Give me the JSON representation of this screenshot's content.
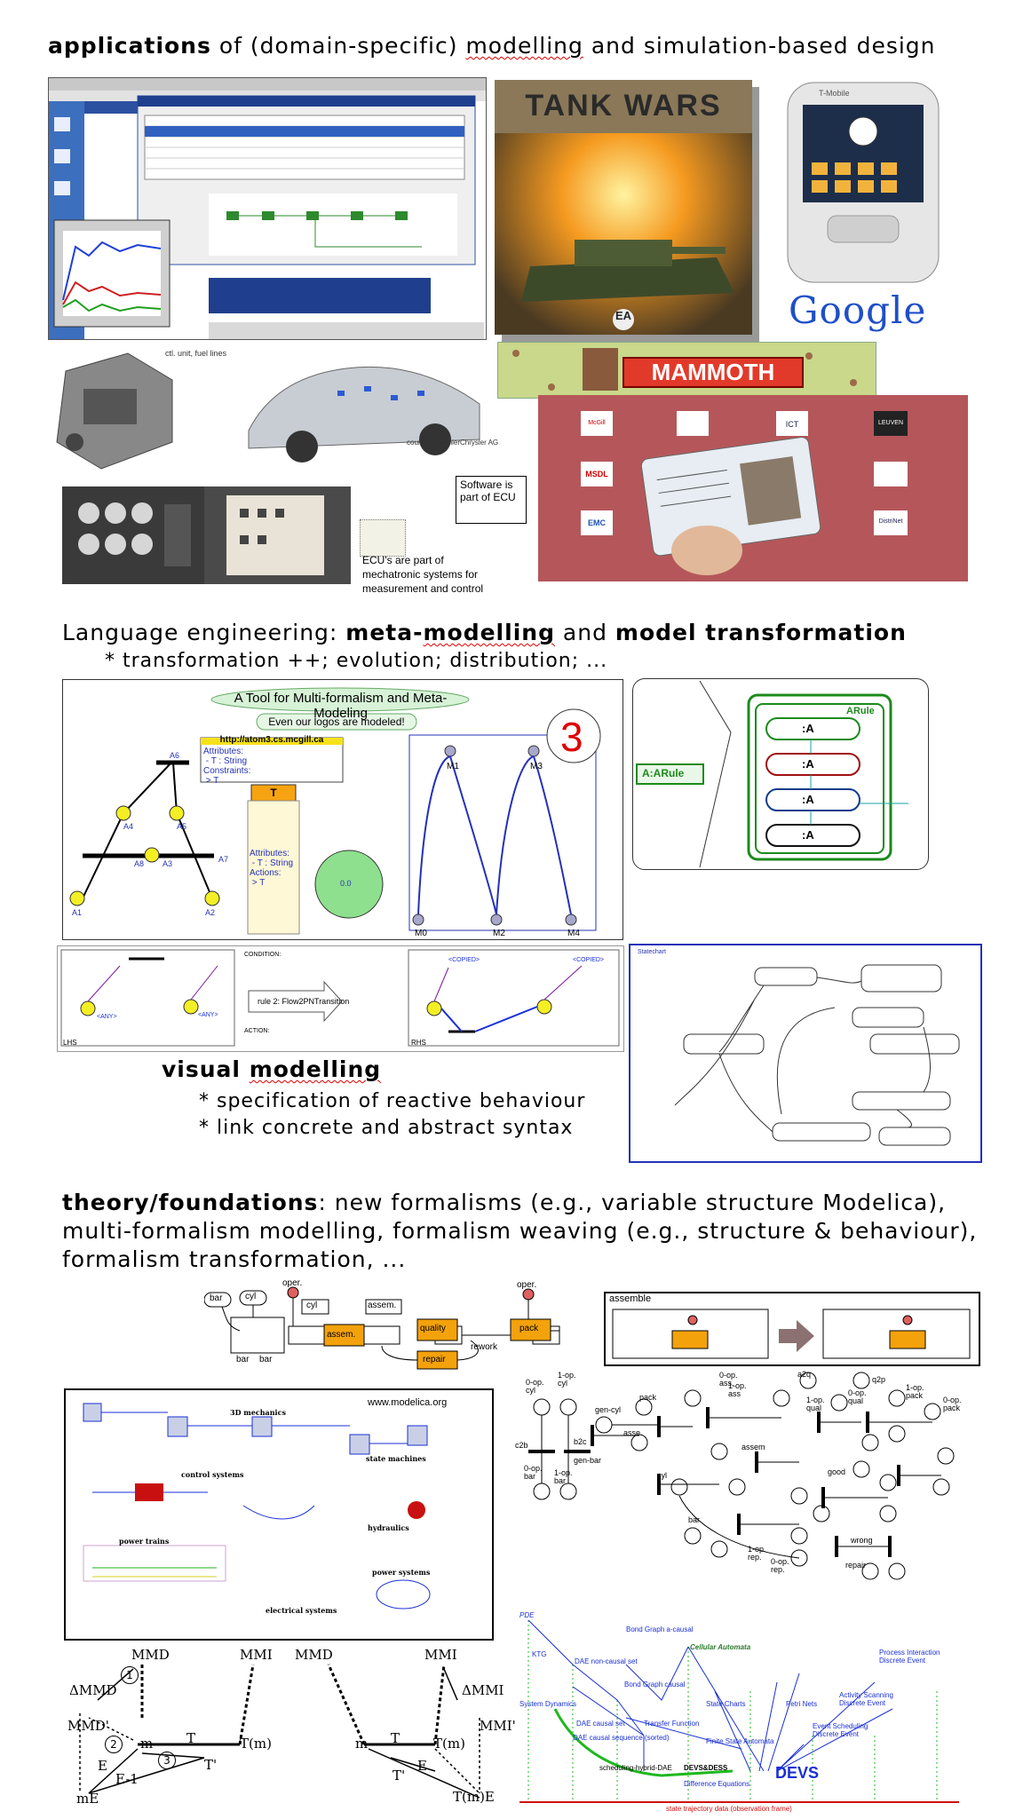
{
  "sections": {
    "applications": {
      "heading_bold": "applications",
      "heading_rest_1": " of (domain-specific) ",
      "heading_u": "modelling",
      "heading_rest_2": " and simulation-based design"
    },
    "language": {
      "heading_1": "Language engineering: ",
      "heading_bold_1": "meta-",
      "heading_bold_u": "modelling",
      "heading_mid": " and ",
      "heading_bold_2": "model transformation",
      "bullet": "* transformation ++; evolution; distribution; ..."
    },
    "visual": {
      "title_1": "visual ",
      "title_u": "modelling",
      "bullet_1": "* specification of reactive behaviour",
      "bullet_2": "* link concrete and abstract syntax"
    },
    "theory": {
      "line1_bold": "theory/foundations",
      "line1_rest": ": new formalisms (e.g., variable structure Modelica),",
      "line2": "multi-formalism modelling, formalism weaving (e.g., structure & behaviour),",
      "line3": "formalism transformation, ..."
    }
  },
  "images": {
    "tank_wars": {
      "title": "TANK WARS",
      "brand": "EA"
    },
    "phone": {
      "brand": "Google",
      "carrier": "T-Mobile"
    },
    "car": {
      "credit": "courtesy DaimlerChrysler AG",
      "caption_top": "ctl. unit, fuel lines"
    },
    "ecu": {
      "software_note": "Software is part of ECU",
      "caption": "ECU's are part of mechatronic systems for measurement and control"
    },
    "mammoth": {
      "title": "MAMMOTH"
    },
    "logos": [
      "McGill",
      "MSDL",
      "EMC",
      "ICT",
      "LEUVEN",
      "DistriNet"
    ],
    "atom3": {
      "banner": "A Tool for Multi-formalism and Meta-Modeling",
      "subbanner": "Even our logos are modeled!",
      "url": "http://atom3.cs.mcgill.ca",
      "big_number": "3",
      "class_attrs": "Attributes:\n - T : String\nConstraints:\n > T",
      "class_name": "T",
      "class_body": "Attributes:\n - T : String\nActions:\n > T",
      "circle_value": "0.0",
      "places": [
        "A1",
        "A2",
        "A3",
        "A4",
        "A5",
        "A6",
        "A7",
        "A8"
      ],
      "petri_places": [
        "M0",
        "M1",
        "M2",
        "M3",
        "M4"
      ]
    },
    "arule": {
      "label": "A:ARule",
      "rule_name": "ARule",
      "items": [
        ":A",
        ":A",
        ":A",
        ":A"
      ]
    },
    "grammar": {
      "lhs": "LHS",
      "rhs": "RHS",
      "rule": "rule 2: Flow2PNTransition",
      "any": "<ANY>",
      "copied": "<COPIED>",
      "condition": "CONDITION:",
      "action": "ACTION:"
    },
    "statechart": {
      "title": "Statechart"
    },
    "assembly": {
      "labels": [
        "bar",
        "cyl",
        "oper.",
        "cyl",
        "assem.",
        "assem.",
        "quality",
        "pack",
        "oper.",
        "repair",
        "rework",
        "bar",
        "bar"
      ],
      "box_title": "assemble"
    },
    "modelica": {
      "url": "www.modelica.org",
      "labels": [
        "3D mechanics",
        "control systems",
        "power trains",
        "electrical systems",
        "hydraulics",
        "power systems",
        "state machines"
      ]
    },
    "petri": {
      "labels": [
        "0-op. cyl",
        "1-op. cyl",
        "gen-cyl",
        "pack",
        "asse.",
        "0-op. ass.",
        "1-op. ass",
        "a2q",
        "1-op. qual",
        "0-op. qual",
        "q2p",
        "1-op. pack",
        "0-op. pack",
        "good",
        "wrong",
        "repair",
        "1-op. rep.",
        "0-op. rep.",
        "c2b",
        "b2c",
        "gen-bar",
        "0-op. bar",
        "1-op. bar",
        "assem",
        "cyl",
        "bar"
      ]
    },
    "mm_diagram": {
      "left": [
        "ΔMMD",
        "MMD",
        "MMD'",
        "m",
        "mE",
        "T",
        "T(m)",
        "T'",
        "E-1",
        "E",
        "MMI"
      ],
      "right": [
        "MMD",
        "MMI",
        "ΔMMI",
        "MMI'",
        "m",
        "T",
        "T(m)",
        "T'",
        "E",
        "T(m)E"
      ],
      "circled": [
        "1",
        "2",
        "3"
      ]
    },
    "formalism_map": {
      "nodes": [
        "PDE",
        "KTG",
        "Bond Graph a-causal",
        "Cellular Automata",
        "DAE non-causal set",
        "Bond Graph causal",
        "System Dynamics",
        "DAE causal set",
        "Transfer Function",
        "DAE causal sequence (sorted)",
        "State Charts",
        "Petri Nets",
        "Finite State Automata",
        "Process Interaction Discrete Event",
        "Activity Scanning Discrete Event",
        "Event Scheduling Discrete Event",
        "scheduling-hybrid-DAE",
        "DEVS&DESS",
        "Difference Equations",
        "DEVS"
      ],
      "footer": "state trajectory data (observation frame)"
    }
  },
  "colors": {
    "underline": "#d00000",
    "dark_green": "#1c8a1c",
    "blue": "#1a2fd6",
    "yellow": "#f2ea32",
    "orange": "#f3a20b",
    "mammoth_red": "#c0171b"
  }
}
